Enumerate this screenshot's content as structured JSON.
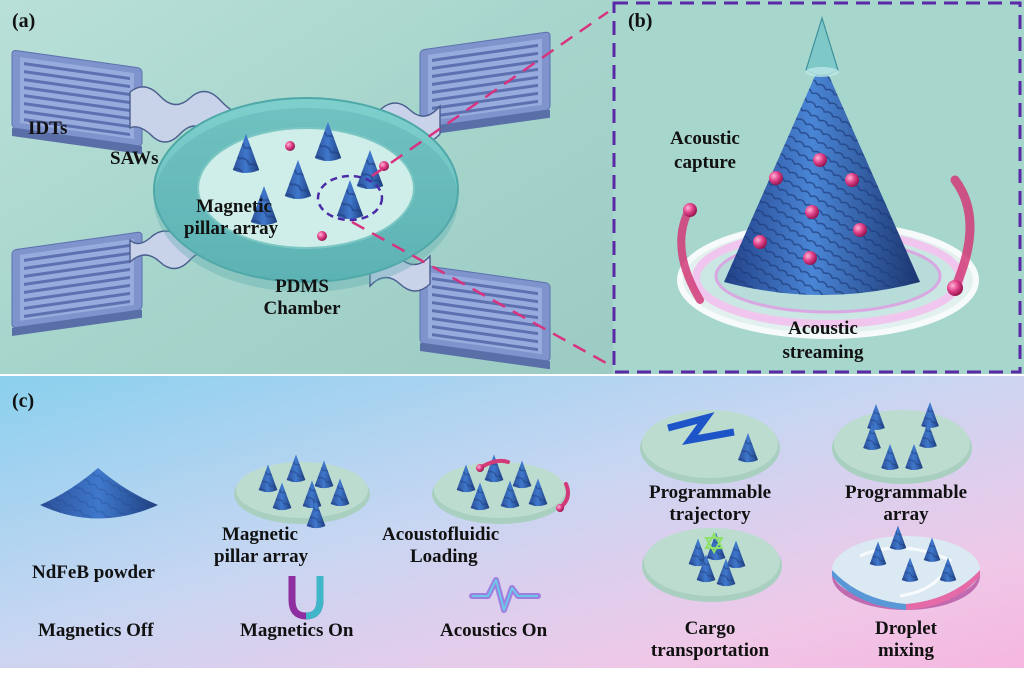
{
  "panels": {
    "a": {
      "tag": "(a)",
      "idts": "IDTs",
      "saws": "SAWs",
      "magnetic_pillar_array": [
        "Magnetic",
        "pillar array"
      ],
      "pdms_chamber": [
        "PDMS",
        "Chamber"
      ]
    },
    "b": {
      "tag": "(b)",
      "acoustic_capture": [
        "Acoustic",
        "capture"
      ],
      "acoustic_streaming": [
        "Acoustic",
        "streaming"
      ]
    },
    "c": {
      "tag": "(c)",
      "ndfeb_powder": "NdFeB powder",
      "magnetics_off": "Magnetics Off",
      "magnetic_pillar_array": [
        "Magnetic",
        "pillar array"
      ],
      "magnetics_on": "Magnetics On",
      "acoustofluidic_loading": [
        "Acoustofluidic",
        "Loading"
      ],
      "acoustics_on": "Acoustics On",
      "programmable_trajectory": [
        "Programmable",
        "trajectory"
      ],
      "programmable_array": [
        "Programmable",
        "array"
      ],
      "cargo_transportation": [
        "Cargo",
        "transportation"
      ],
      "droplet_mixing": [
        "Droplet",
        "mixing"
      ]
    }
  },
  "colors": {
    "panel_ab_bg": "#a9d6cf",
    "dash_box": "#5a2aa6",
    "dash_pink": "#d8337f",
    "cone_blue": "#2f5fb3",
    "particle_pink": "#d23a78",
    "idt_blue": "#7b8fc8"
  }
}
